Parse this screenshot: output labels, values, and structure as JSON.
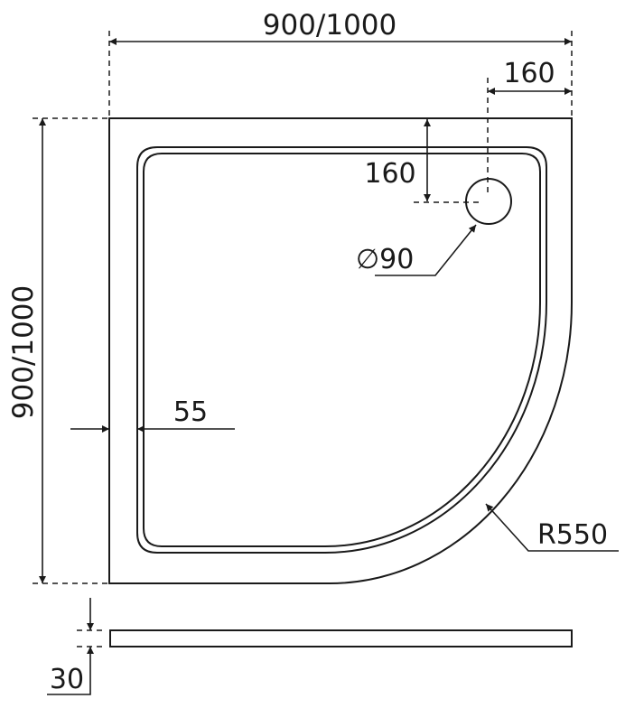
{
  "drawing": {
    "width_label": "900/1000",
    "height_label": "900/1000",
    "drain_offset_x_label": "160",
    "drain_offset_y_label": "160",
    "drain_diameter_label": "∅90",
    "rim_width_label": "55",
    "radius_label": "R550",
    "thickness_label": "30",
    "line_color": "#1a1a1a"
  }
}
